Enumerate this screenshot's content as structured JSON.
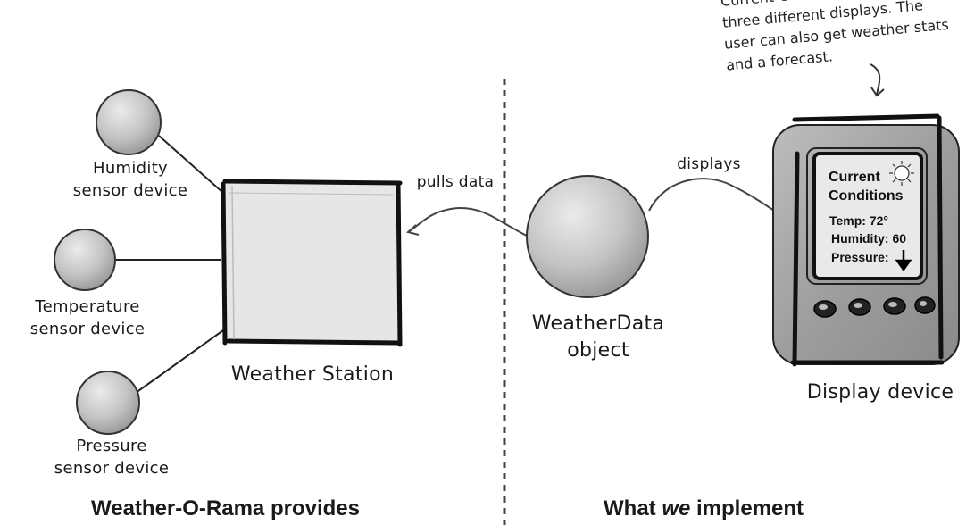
{
  "annotation": {
    "line1": "Current Condi",
    "line2": "three different displays. The",
    "line3": "user can also get weather stats",
    "line4": "and a forecast."
  },
  "sensors": {
    "humidity": [
      "Humidity",
      "sensor device"
    ],
    "temperature": [
      "Temperature",
      "sensor device"
    ],
    "pressure": [
      "Pressure",
      "sensor device"
    ]
  },
  "weather_station_label": "Weather Station",
  "pulls_data_label": "pulls data",
  "weatherdata_label": [
    "WeatherData",
    "object"
  ],
  "displays_label": "displays",
  "display_screen": {
    "title1": "Current",
    "title2": "Conditions",
    "temp": "Temp: 72°",
    "humidity": "Humidity: 60",
    "pressure": "Pressure:"
  },
  "display_device_label": "Display device",
  "footer": {
    "left": "Weather-O-Rama provides",
    "right_pre": "What ",
    "right_em": "we",
    "right_post": " implement"
  },
  "icons": [
    "sun-icon",
    "down-arrow-icon"
  ],
  "colors": {
    "ink": "#111111",
    "fill_gray": "#c8c8c8",
    "panel_gray": "#dcdcdc"
  }
}
